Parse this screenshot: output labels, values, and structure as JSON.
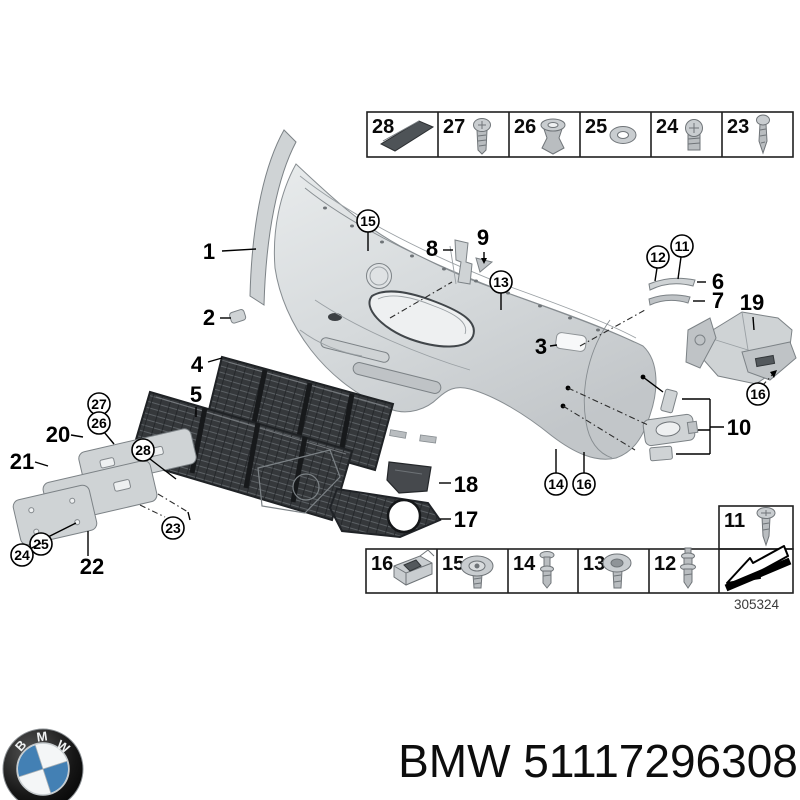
{
  "page": {
    "background": "#ffffff",
    "line_color": "#000000",
    "body_gray": "#d4d8da"
  },
  "diagram": {
    "drawing_number": "305324",
    "labels": {
      "n1": "1",
      "n2": "2",
      "n3": "3",
      "n4": "4",
      "n5": "5",
      "n6": "6",
      "n7": "7",
      "n8": "8",
      "n9": "9",
      "n10": "10",
      "n17": "17",
      "n18": "18",
      "n19": "19",
      "n20": "20",
      "n21": "21",
      "n22": "22",
      "c11": "11",
      "c12": "12",
      "c13": "13",
      "c14": "14",
      "c15": "15",
      "c16": "16",
      "c23": "23",
      "c24": "24",
      "c25": "25",
      "c26": "26",
      "c27": "27",
      "c28": "28"
    },
    "top_row": [
      {
        "num": "28",
        "icon": "foam-pad-icon"
      },
      {
        "num": "27",
        "icon": "pan-head-screw-icon"
      },
      {
        "num": "26",
        "icon": "expanding-grommet-icon"
      },
      {
        "num": "25",
        "icon": "washer-icon"
      },
      {
        "num": "24",
        "icon": "dome-screw-icon"
      },
      {
        "num": "23",
        "icon": "self-tapping-screw-icon"
      }
    ],
    "bottom_row": [
      {
        "num": "16",
        "icon": "cage-nut-icon"
      },
      {
        "num": "15",
        "icon": "flanged-screw-icon"
      },
      {
        "num": "14",
        "icon": "expansion-rivet-icon"
      },
      {
        "num": "13",
        "icon": "washer-screw-icon"
      },
      {
        "num": "12",
        "icon": "push-rivet-icon"
      }
    ],
    "corner_cell": {
      "num": "11",
      "icon": "torx-screw-icon"
    },
    "arrow_cell_icon": "direction-arrow-icon"
  },
  "footer": {
    "caption": "BMW 51117296308",
    "logo": {
      "letters": {
        "b": "B",
        "m": "M",
        "w": "W"
      },
      "blue": "#4380b4"
    }
  }
}
